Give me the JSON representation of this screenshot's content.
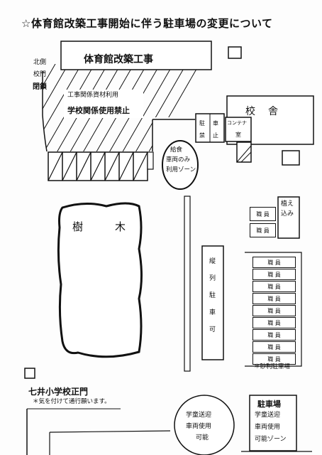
{
  "heading": "☆体育館改築工事開始に伴う駐車場の変更について",
  "north_gate": {
    "line1": "北側",
    "line2": "校門",
    "line3": "閉鎖"
  },
  "construction": {
    "title": "体育館改築工事",
    "materials": "工事関係資材利用",
    "no_school_use": "学校関係使用禁止"
  },
  "schoolhouse": {
    "label": "校舎",
    "no_parking_1": "駐",
    "no_parking_2": "禁",
    "no_parking_3": "車",
    "no_parking_4": "止",
    "container_1": "コンテナ",
    "container_2": "室"
  },
  "lunch_zone": {
    "line1": "給食",
    "line2": "車両のみ",
    "line3": "利用ゾーン"
  },
  "trees": {
    "char1": "樹",
    "char2": "木"
  },
  "planting": {
    "line1": "植え",
    "line2": "込み"
  },
  "staff_label": "職 員",
  "column_parking": "縦列駐車可",
  "gravel_parking": "＊砂利駐車場",
  "main_gate": {
    "label": "七井小学校正門",
    "note": "＊気を付けて通行願います。"
  },
  "pickup_circle": {
    "line1": "学童送迎",
    "line2": "車両使用",
    "line3": "可能"
  },
  "parking_lot": {
    "title": "駐車場",
    "line1": "学童送迎",
    "line2": "車両使用",
    "line3": "可能ゾーン"
  }
}
